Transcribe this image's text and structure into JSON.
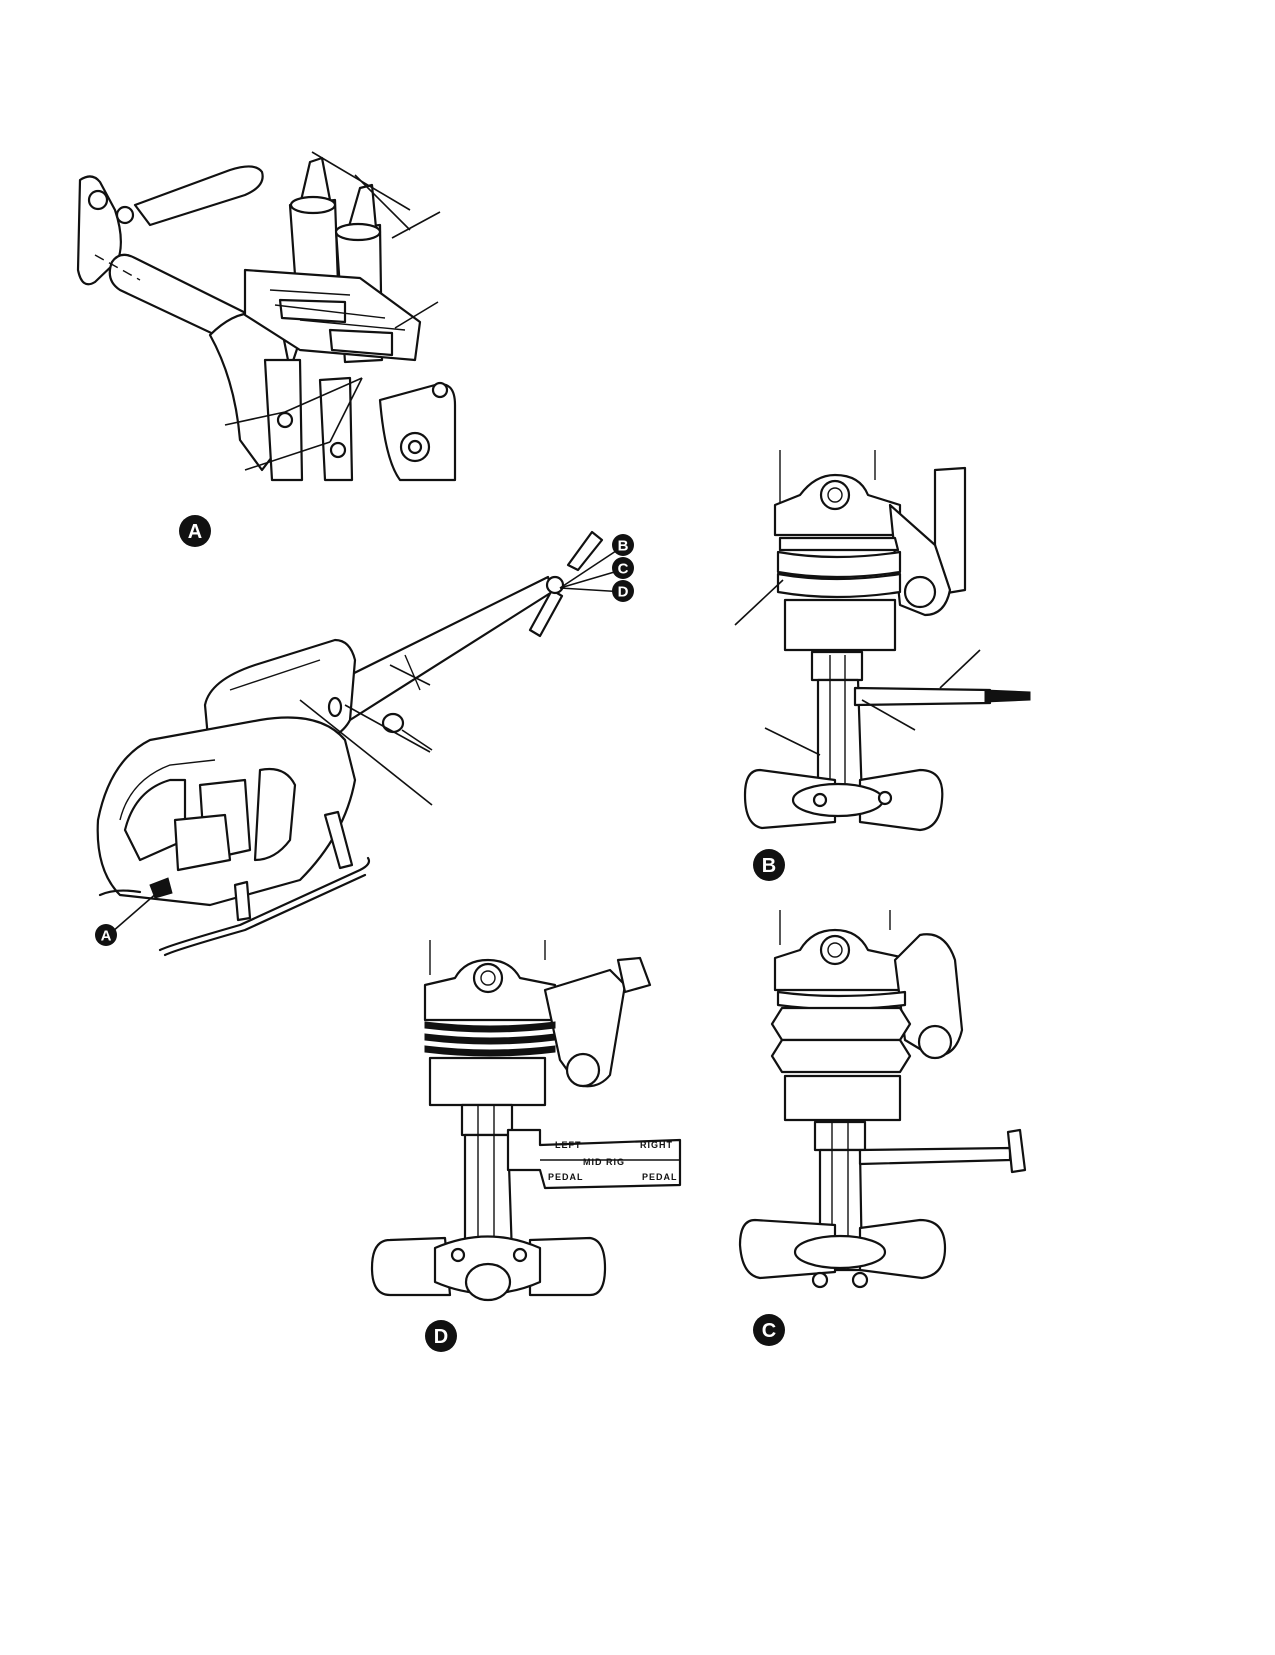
{
  "detail_labels": {
    "a": "A",
    "b": "B",
    "c": "C",
    "d": "D"
  },
  "callouts": {
    "main_b": "B",
    "main_c": "C",
    "main_d": "D",
    "main_a": "A"
  },
  "rig_tool_scale": {
    "left": "LEFT",
    "right": "RIGHT",
    "mid_rig": "MID RIG",
    "pedal_left": "PEDAL",
    "pedal_right": "PEDAL"
  }
}
